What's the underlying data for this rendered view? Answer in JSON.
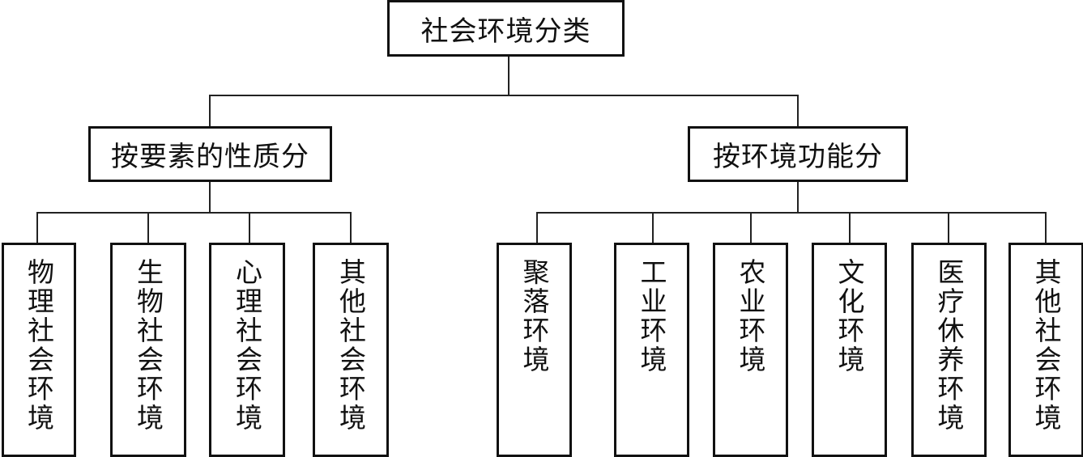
{
  "root": {
    "label": "社会环境分类"
  },
  "branches": [
    {
      "label": "按要素的性质分",
      "children": [
        "物理社会环境",
        "生物社会环境",
        "心理社会环境",
        "其他社会环境"
      ]
    },
    {
      "label": "按环境功能分",
      "children": [
        "聚落环境",
        "工业环境",
        "农业环境",
        "文化环境",
        "医疗休养环境",
        "其他社会环境"
      ]
    }
  ],
  "colors": {
    "stroke": "#111111",
    "background": "#ffffff"
  }
}
